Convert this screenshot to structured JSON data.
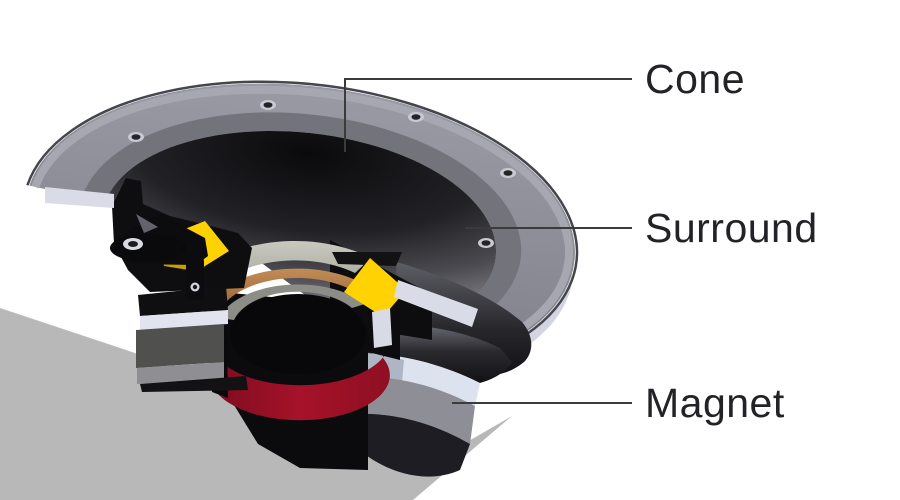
{
  "diagram": {
    "subject": "Loudspeaker driver cutaway diagram",
    "background": "#ffffff",
    "labels": [
      {
        "id": "cone",
        "text": "Cone"
      },
      {
        "id": "surround",
        "text": "Surround"
      },
      {
        "id": "magnet",
        "text": "Magnet"
      }
    ],
    "colors": {
      "flange_gray": "#8e8e98",
      "flange_bevel_light": "#a7a7b1",
      "flange_inner_ring": "#73737c",
      "flange_cut_face": "#d9dbe7",
      "cone_dark": "#0a0a0c",
      "cone_light": "#9a9aa0",
      "spider_yellow": "#ffd303",
      "spider_yellow_shade": "#c9a000",
      "voice_coil_copper": "#bb8350",
      "former_light_gray": "#c6c6bc",
      "pole_gray": "#8d8d87",
      "magnet_red": "#9c1127",
      "magnet_ceramic_white": "#dce3ee",
      "magnet_body_gray": "#8e8e96",
      "frame_black": "#0e0e11",
      "shadow_gray": "#b8b8b8",
      "label_text": "#232327",
      "leader_line": "#3b3b3b"
    }
  }
}
